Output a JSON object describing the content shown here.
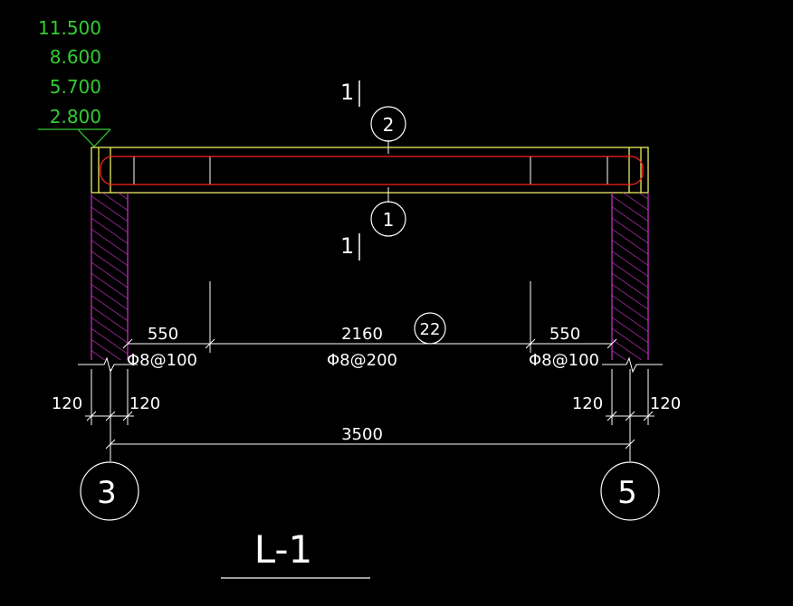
{
  "elevation_labels": [
    "11.500",
    "8.600",
    "5.700",
    "2.800"
  ],
  "section_mark_label": "1",
  "grid_bubbles": {
    "top": "2",
    "bottom": "1",
    "left_axis": "3",
    "right_axis": "5"
  },
  "rebar_tag": "22",
  "dimensions": {
    "left_dense_length": "550",
    "middle_length": "2160",
    "right_dense_length": "550",
    "left_stirrup": "Φ8@100",
    "middle_stirrup": "Φ8@200",
    "right_stirrup": "Φ8@100",
    "left_wall_outer": "120",
    "left_wall_inner": "120",
    "right_wall_inner": "120",
    "right_wall_outer": "120",
    "total_span": "3500"
  },
  "drawing_title": "L-1",
  "colors": {
    "background": "#000000",
    "elevation_text": "#33cc33",
    "beam_outline": "#ffff66",
    "rebar_line": "#ff2020",
    "wall_hatch": "#cc33cc",
    "linework": "#ffffff"
  }
}
